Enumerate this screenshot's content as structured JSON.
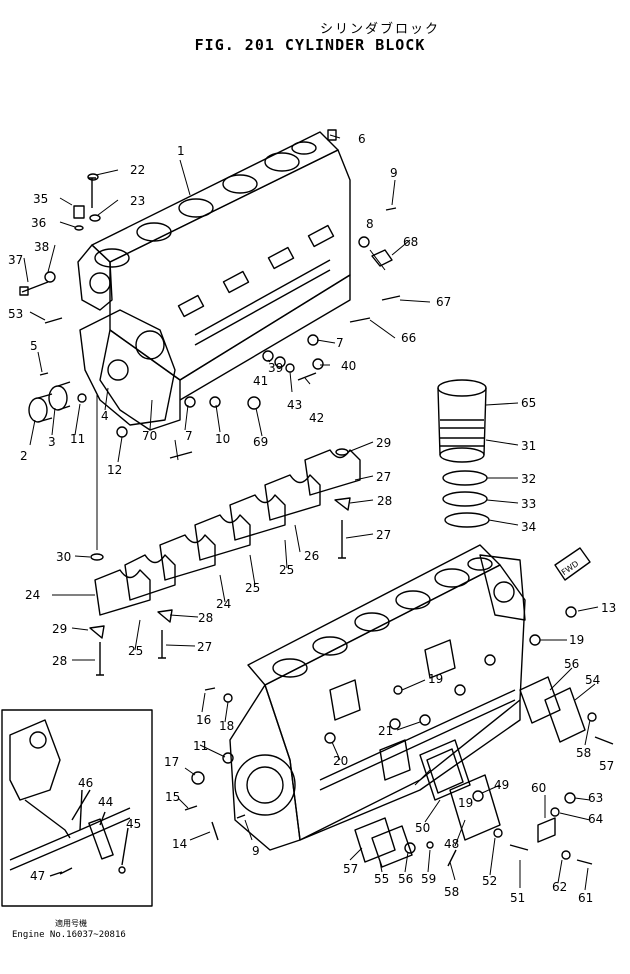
{
  "title_jp": "シリンダブロック",
  "title": "FIG. 201  CYLINDER BLOCK",
  "inset_caption_jp": "適用号機",
  "inset_caption": "Engine No.16037~20816",
  "callouts": [
    "1",
    "2",
    "3",
    "4",
    "5",
    "6",
    "7",
    "7",
    "8",
    "9",
    "9",
    "10",
    "11",
    "11",
    "12",
    "13",
    "14",
    "15",
    "16",
    "17",
    "18",
    "19",
    "19",
    "19",
    "20",
    "21",
    "22",
    "23",
    "24",
    "24",
    "25",
    "25",
    "25",
    "26",
    "27",
    "27",
    "27",
    "28",
    "28",
    "28",
    "29",
    "29",
    "30",
    "31",
    "32",
    "33",
    "34",
    "35",
    "36",
    "37",
    "38",
    "39",
    "40",
    "41",
    "42",
    "43",
    "44",
    "45",
    "46",
    "47",
    "48",
    "49",
    "50",
    "51",
    "52",
    "53",
    "54",
    "55",
    "56",
    "56",
    "57",
    "57",
    "58",
    "58",
    "59",
    "60",
    "61",
    "62",
    "63",
    "64",
    "65",
    "66",
    "67",
    "68",
    "69",
    "70"
  ]
}
